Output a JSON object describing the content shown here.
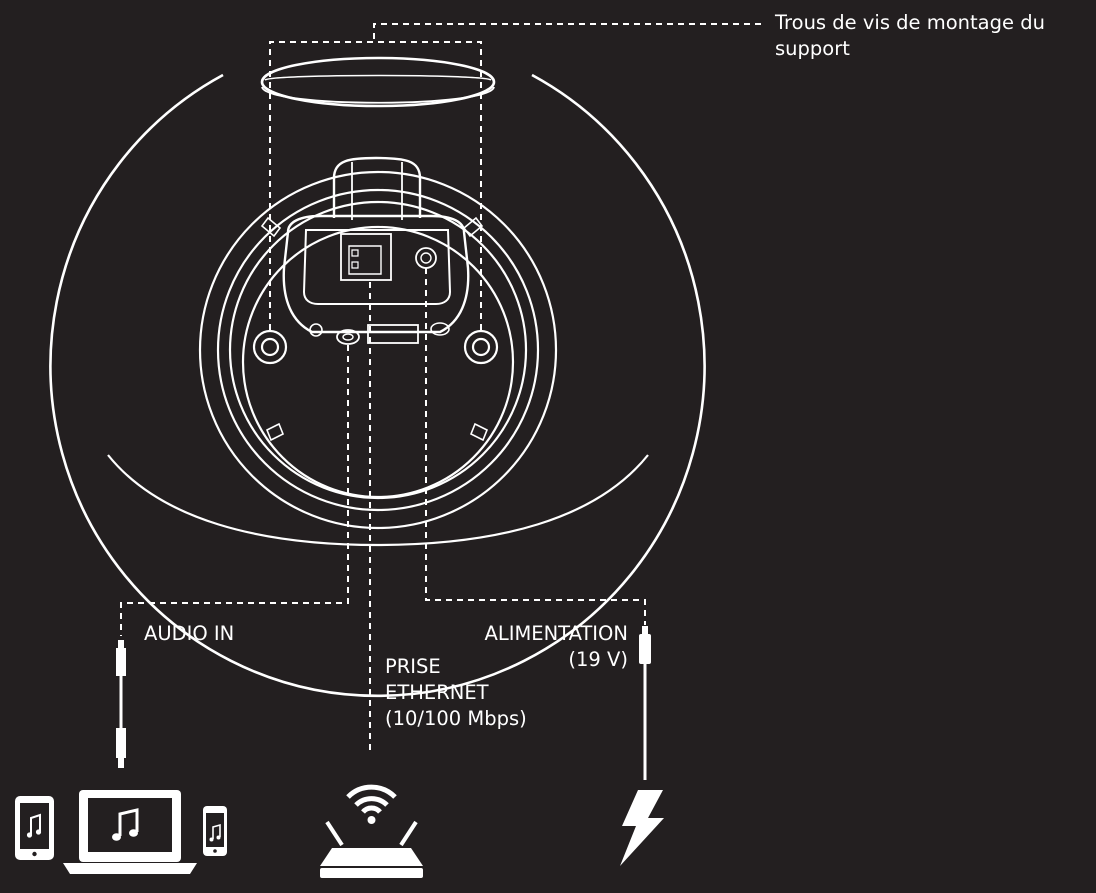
{
  "labels": {
    "mount_holes_line1": "Trous de vis de montage du",
    "mount_holes_line2": "support",
    "audio_in": "AUDIO IN",
    "power_line1": "ALIMENTATION",
    "power_line2": "(19 V)",
    "ethernet_line1": "PRISE",
    "ethernet_line2": "ETHERNET",
    "ethernet_line3": "(10/100 Mbps)"
  },
  "colors": {
    "background": "#231f20",
    "stroke": "#ffffff"
  },
  "icons": {
    "tablet": "tablet-music-icon",
    "laptop": "laptop-music-icon",
    "phone": "phone-music-icon",
    "router": "wifi-router-icon",
    "power": "lightning-icon"
  }
}
